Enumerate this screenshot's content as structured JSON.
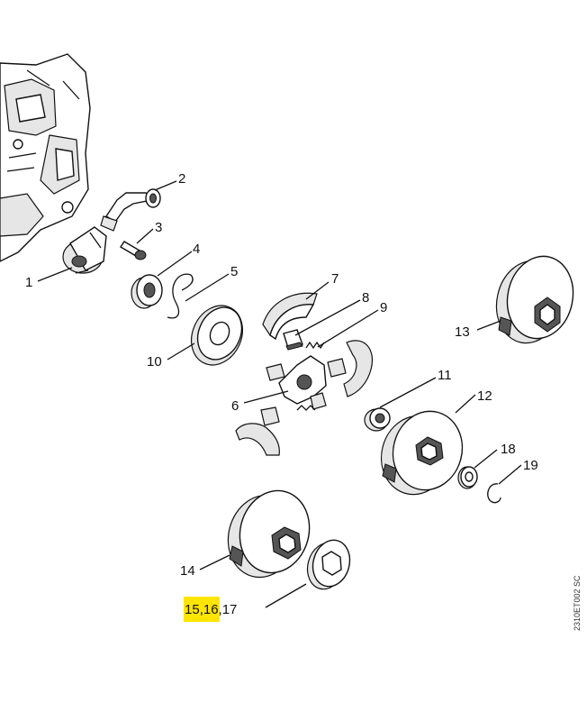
{
  "highlight_color": "#FFE500",
  "drawing_code": "2310ET002 SC",
  "callouts": [
    "1",
    "2",
    "3",
    "4",
    "5",
    "6",
    "7",
    "8",
    "9",
    "10",
    "11",
    "12",
    "13",
    "14"
  ],
  "callout_group": {
    "highlighted": "15",
    "rest": ",16,17"
  }
}
